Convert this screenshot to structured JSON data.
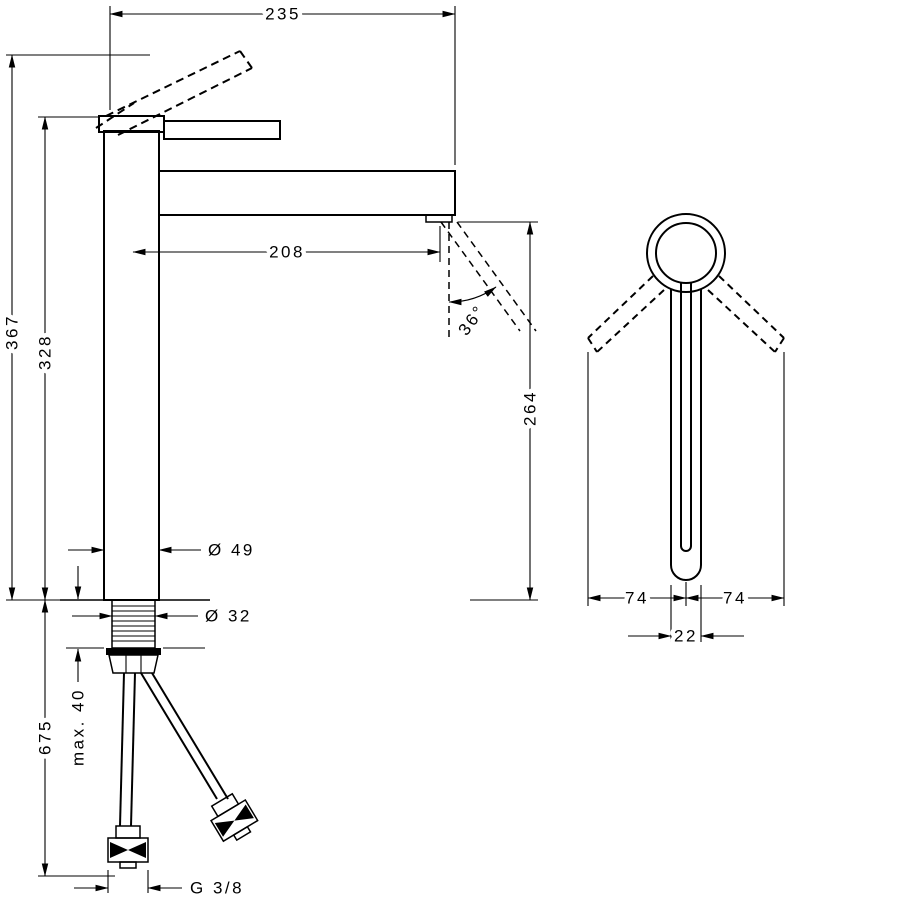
{
  "drawing": {
    "background": "#ffffff",
    "line_color": "#000000",
    "views": {
      "front": "front-elevation-with-hoses",
      "side": "side-elevation-handle-swing"
    },
    "dims": {
      "total_width": "235",
      "total_height": "367",
      "body_height": "328",
      "spout_reach": "208",
      "jet_angle": "36°",
      "outlet_height": "264",
      "base_diameter": "Ø 49",
      "shank_diameter": "Ø 32",
      "hose_length": "675",
      "max_deck_thickness": "max. 40",
      "hose_connection": "G 3/8",
      "handle_swing_left": "74",
      "handle_swing_right": "74",
      "body_depth": "22"
    }
  }
}
